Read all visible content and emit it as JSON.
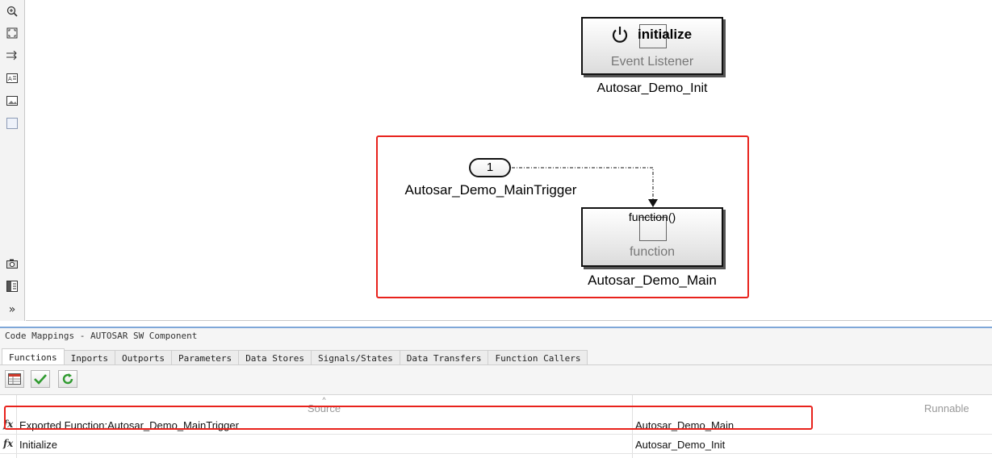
{
  "palette": {
    "tools": [
      "zoom-icon",
      "fit-view-icon",
      "signal-routing-icon",
      "annotation-icon",
      "image-icon",
      "area-icon",
      "camera-icon",
      "property-inspector-icon",
      "expand-icon"
    ]
  },
  "canvas": {
    "init_block": {
      "title": "initialize",
      "subtitle": "Event Listener",
      "name": "Autosar_Demo_Init"
    },
    "inport": {
      "number": "1",
      "name": "Autosar_Demo_MainTrigger"
    },
    "main_block": {
      "title": "function()",
      "subtitle": "function",
      "name": "Autosar_Demo_Main"
    }
  },
  "panel": {
    "title": "Code Mappings - AUTOSAR SW Component",
    "tabs": [
      {
        "label": "Functions",
        "active": true
      },
      {
        "label": "Inports",
        "active": false
      },
      {
        "label": "Outports",
        "active": false
      },
      {
        "label": "Parameters",
        "active": false
      },
      {
        "label": "Data Stores",
        "active": false
      },
      {
        "label": "Signals/States",
        "active": false
      },
      {
        "label": "Data Transfers",
        "active": false
      },
      {
        "label": "Function Callers",
        "active": false
      }
    ],
    "table": {
      "columns": {
        "source": "Source",
        "runnable": "Runnable"
      },
      "rows": [
        {
          "icon": "fx",
          "source": "Exported Function:Autosar_Demo_MainTrigger",
          "runnable": "Autosar_Demo_Main"
        },
        {
          "icon": "fx",
          "source": "Initialize",
          "runnable": "Autosar_Demo_Init"
        }
      ]
    }
  },
  "highlight_color": "#e8221c"
}
